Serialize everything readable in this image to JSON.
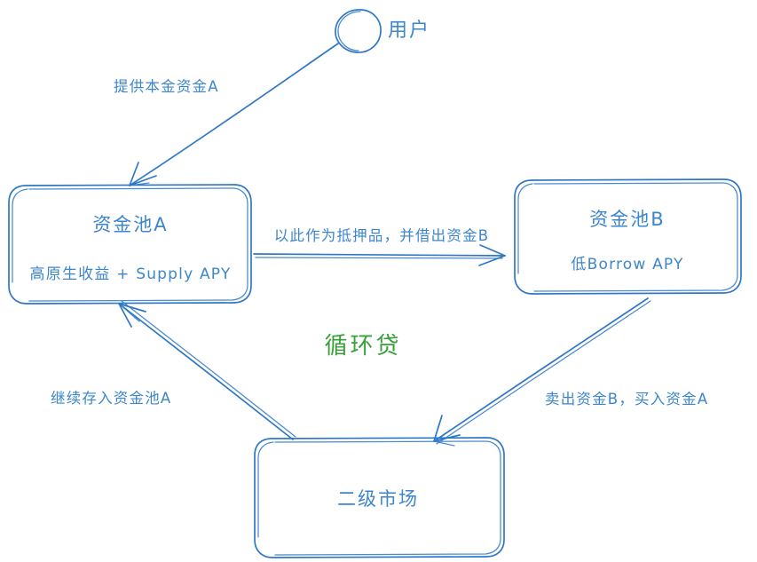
{
  "diagram": {
    "title_center": "循环贷",
    "colors": {
      "stroke_blue": "#2f77c6",
      "text_blue": "#3d86cc",
      "accent_green": "#38a038",
      "background": "#ffffff"
    },
    "nodes": {
      "user": {
        "shape": "circle-icon",
        "label": "用户"
      },
      "pool_a": {
        "title": "资金池A",
        "subtitle": "高原生收益 + Supply APY"
      },
      "pool_b": {
        "title": "资金池B",
        "subtitle": "低Borrow APY"
      },
      "secondary_market": {
        "title": "二级市场"
      }
    },
    "edges": [
      {
        "id": "user-to-pool-a",
        "label": "提供本金资金A",
        "from": "user",
        "to": "pool_a"
      },
      {
        "id": "pool-a-to-pool-b",
        "label": "以此作为抵押品，并借出资金B",
        "from": "pool_a",
        "to": "pool_b"
      },
      {
        "id": "pool-b-to-market",
        "label": "卖出资金B，买入资金A",
        "from": "pool_b",
        "to": "secondary_market"
      },
      {
        "id": "market-to-pool-a",
        "label": "继续存入资金池A",
        "from": "secondary_market",
        "to": "pool_a"
      }
    ]
  }
}
